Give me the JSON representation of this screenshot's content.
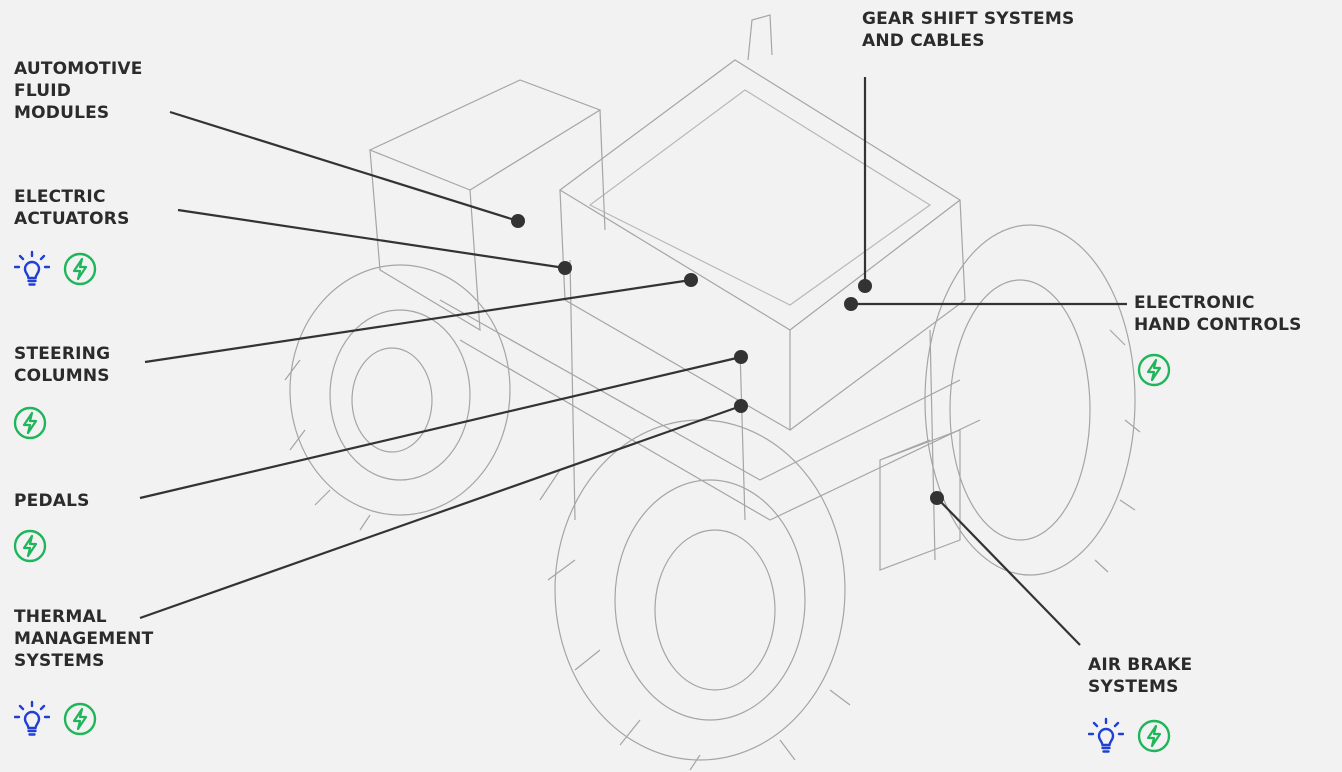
{
  "colors": {
    "background": "#f2f2f2",
    "text": "#2b2b2b",
    "line": "#333333",
    "dot": "#333333",
    "bulb_icon": "#1f3fd6",
    "bolt_icon": "#1fb55a",
    "sketch": "#9a9a9a"
  },
  "labels": {
    "automotive_fluid_modules": {
      "lines": [
        "AUTOMOTIVE",
        "FLUID",
        "MODULES"
      ],
      "icons": []
    },
    "electric_actuators": {
      "lines": [
        "ELECTRIC",
        "ACTUATORS"
      ],
      "icons": [
        "bulb-icon",
        "bolt-icon"
      ]
    },
    "steering_columns": {
      "lines": [
        "STEERING",
        "COLUMNS"
      ],
      "icons": [
        "bolt-icon"
      ]
    },
    "pedals": {
      "lines": [
        "PEDALS"
      ],
      "icons": [
        "bolt-icon"
      ]
    },
    "thermal_management_systems": {
      "lines": [
        "THERMAL",
        "MANAGEMENT",
        "SYSTEMS"
      ],
      "icons": [
        "bulb-icon",
        "bolt-icon"
      ]
    },
    "gear_shift_systems": {
      "lines": [
        "GEAR SHIFT SYSTEMS",
        "AND CABLES"
      ],
      "icons": []
    },
    "electronic_hand_controls": {
      "lines": [
        "ELECTRONIC",
        "HAND CONTROLS"
      ],
      "icons": [
        "bolt-icon"
      ]
    },
    "air_brake_systems": {
      "lines": [
        "AIR BRAKE",
        "SYSTEMS"
      ],
      "icons": [
        "bulb-icon",
        "bolt-icon"
      ]
    }
  }
}
